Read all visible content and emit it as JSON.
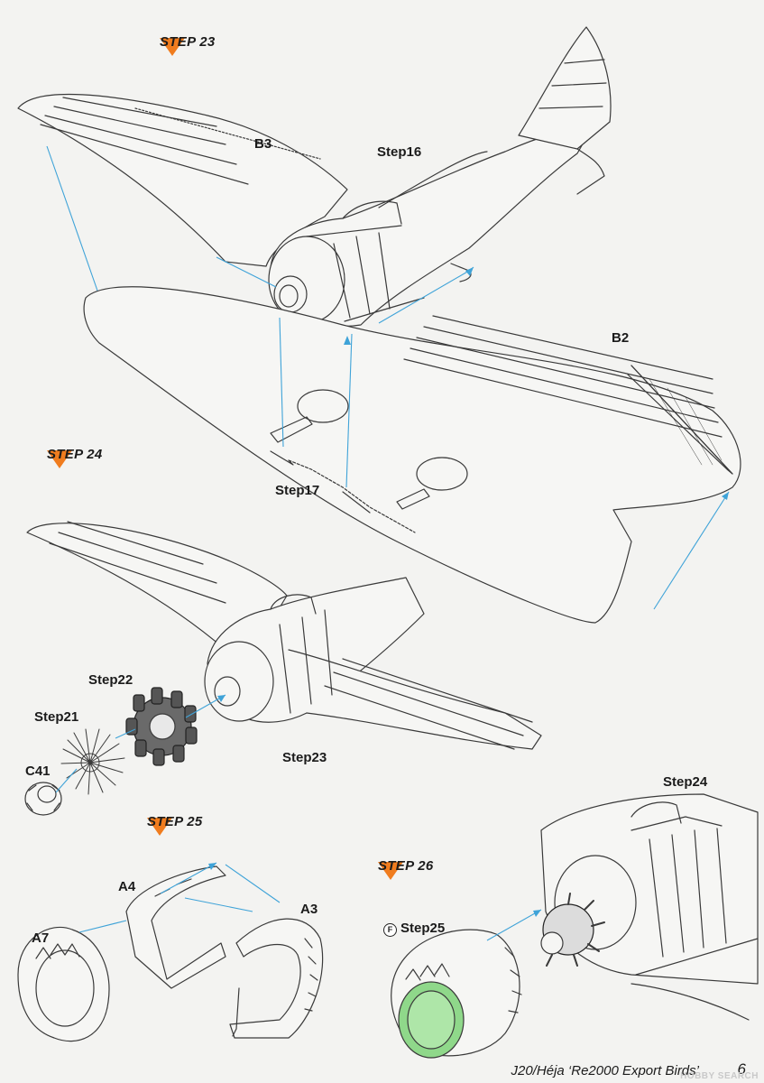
{
  "page": {
    "footer_title": "J20/Héja ‘Re2000 Export Birds’",
    "page_number": "6",
    "watermark": "HOBBY SEARCH"
  },
  "steps": {
    "s23": "STEP 23",
    "s24": "STEP 24",
    "s25": "STEP 25",
    "s26": "STEP 26"
  },
  "labels": {
    "b3": "B3",
    "step16": "Step16",
    "b2": "B2",
    "step17": "Step17",
    "step22": "Step22",
    "step21": "Step21",
    "c41": "C41",
    "step23": "Step23",
    "step24": "Step24",
    "a4": "A4",
    "a3": "A3",
    "a7": "A7",
    "step25": "Step25",
    "f_badge": "F"
  },
  "colors": {
    "accent_orange": "#f07c1e",
    "arrow_blue": "#3fa3d8",
    "line": "#3a3a3a",
    "paint_green": "#8fd88a"
  }
}
